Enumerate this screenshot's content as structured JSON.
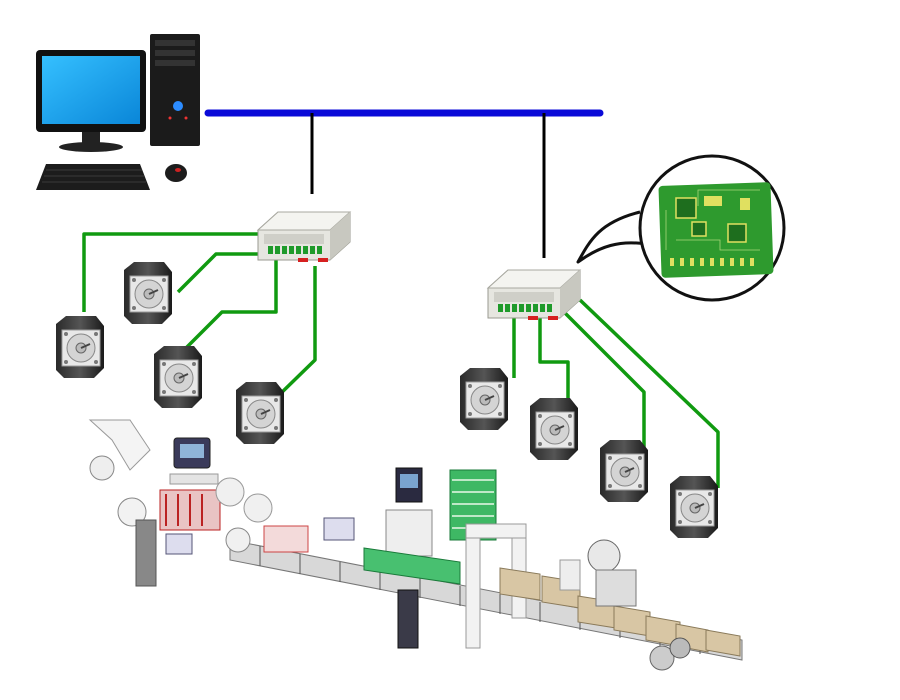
{
  "diagram": {
    "kind": "motion-control-network",
    "nodes": [
      {
        "id": "host-computer",
        "icon": "desktop-computer-icon"
      },
      {
        "id": "controller-1",
        "icon": "din-rail-controller-icon"
      },
      {
        "id": "controller-2",
        "icon": "din-rail-controller-icon"
      },
      {
        "id": "pcb-callout",
        "icon": "circuit-board-icon"
      },
      {
        "id": "production-line",
        "icon": "conveyor-production-line-icon"
      }
    ],
    "motors_per_controller": [
      4,
      4
    ],
    "colors": {
      "bus": "#0a0ad8",
      "drop": "#000000",
      "motor_cable": "#109a10",
      "pcb": "#2e9a2e",
      "monitor_screen": "#1aa3f0"
    }
  }
}
